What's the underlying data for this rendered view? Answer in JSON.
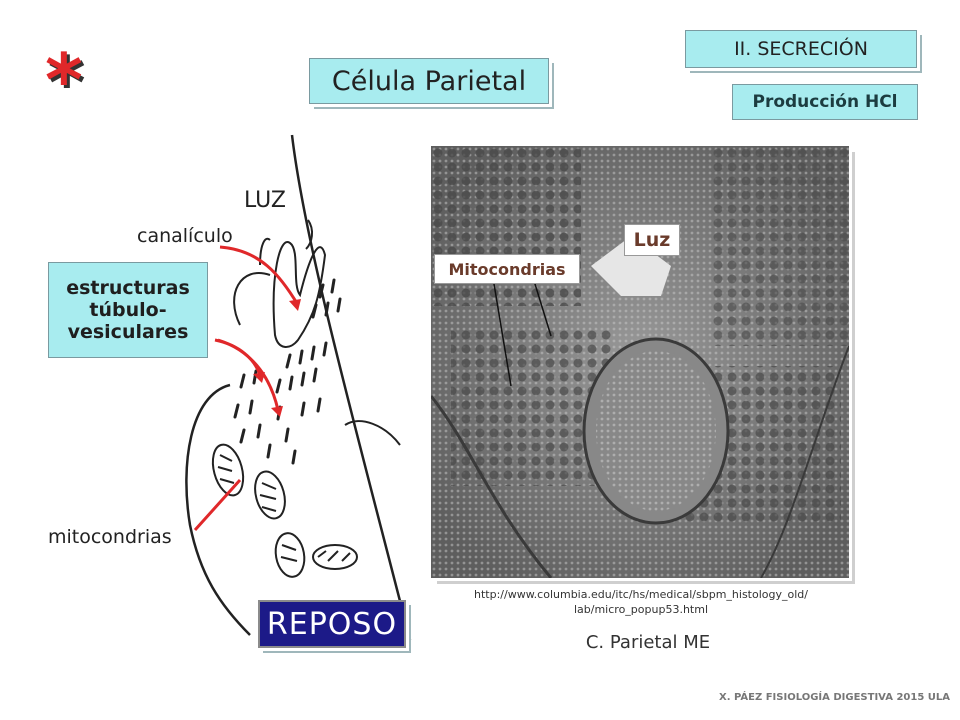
{
  "slide": {
    "asterisk": "*",
    "title": "Célula Parietal",
    "section": "II. SECRECIÓN",
    "subsection": "Producción HCl",
    "state": "REPOSO",
    "footer": "X. PÁEZ  FISIOLOGÍA DIGESTIVA 2015 ULA"
  },
  "diagram": {
    "labels": {
      "luz": "LUZ",
      "canaliculo": "canalículo",
      "estructuras_1": "estructuras",
      "estructuras_2": "túbulo-",
      "estructuras_3": "vesiculares",
      "mitocondrias": "mitocondrias"
    }
  },
  "micrograph": {
    "luz_label": "Luz",
    "mito_label": "Mitocondrias",
    "url_line1": "http://www.columbia.edu/itc/hs/medical/sbpm_histology_old/",
    "url_line2": "lab/micro_popup53.html",
    "caption": "C. Parietal ME"
  },
  "colors": {
    "accent_red": "#e0282a",
    "label_cyan": "#a8ecef",
    "reposo_blue": "#1c1a88"
  }
}
